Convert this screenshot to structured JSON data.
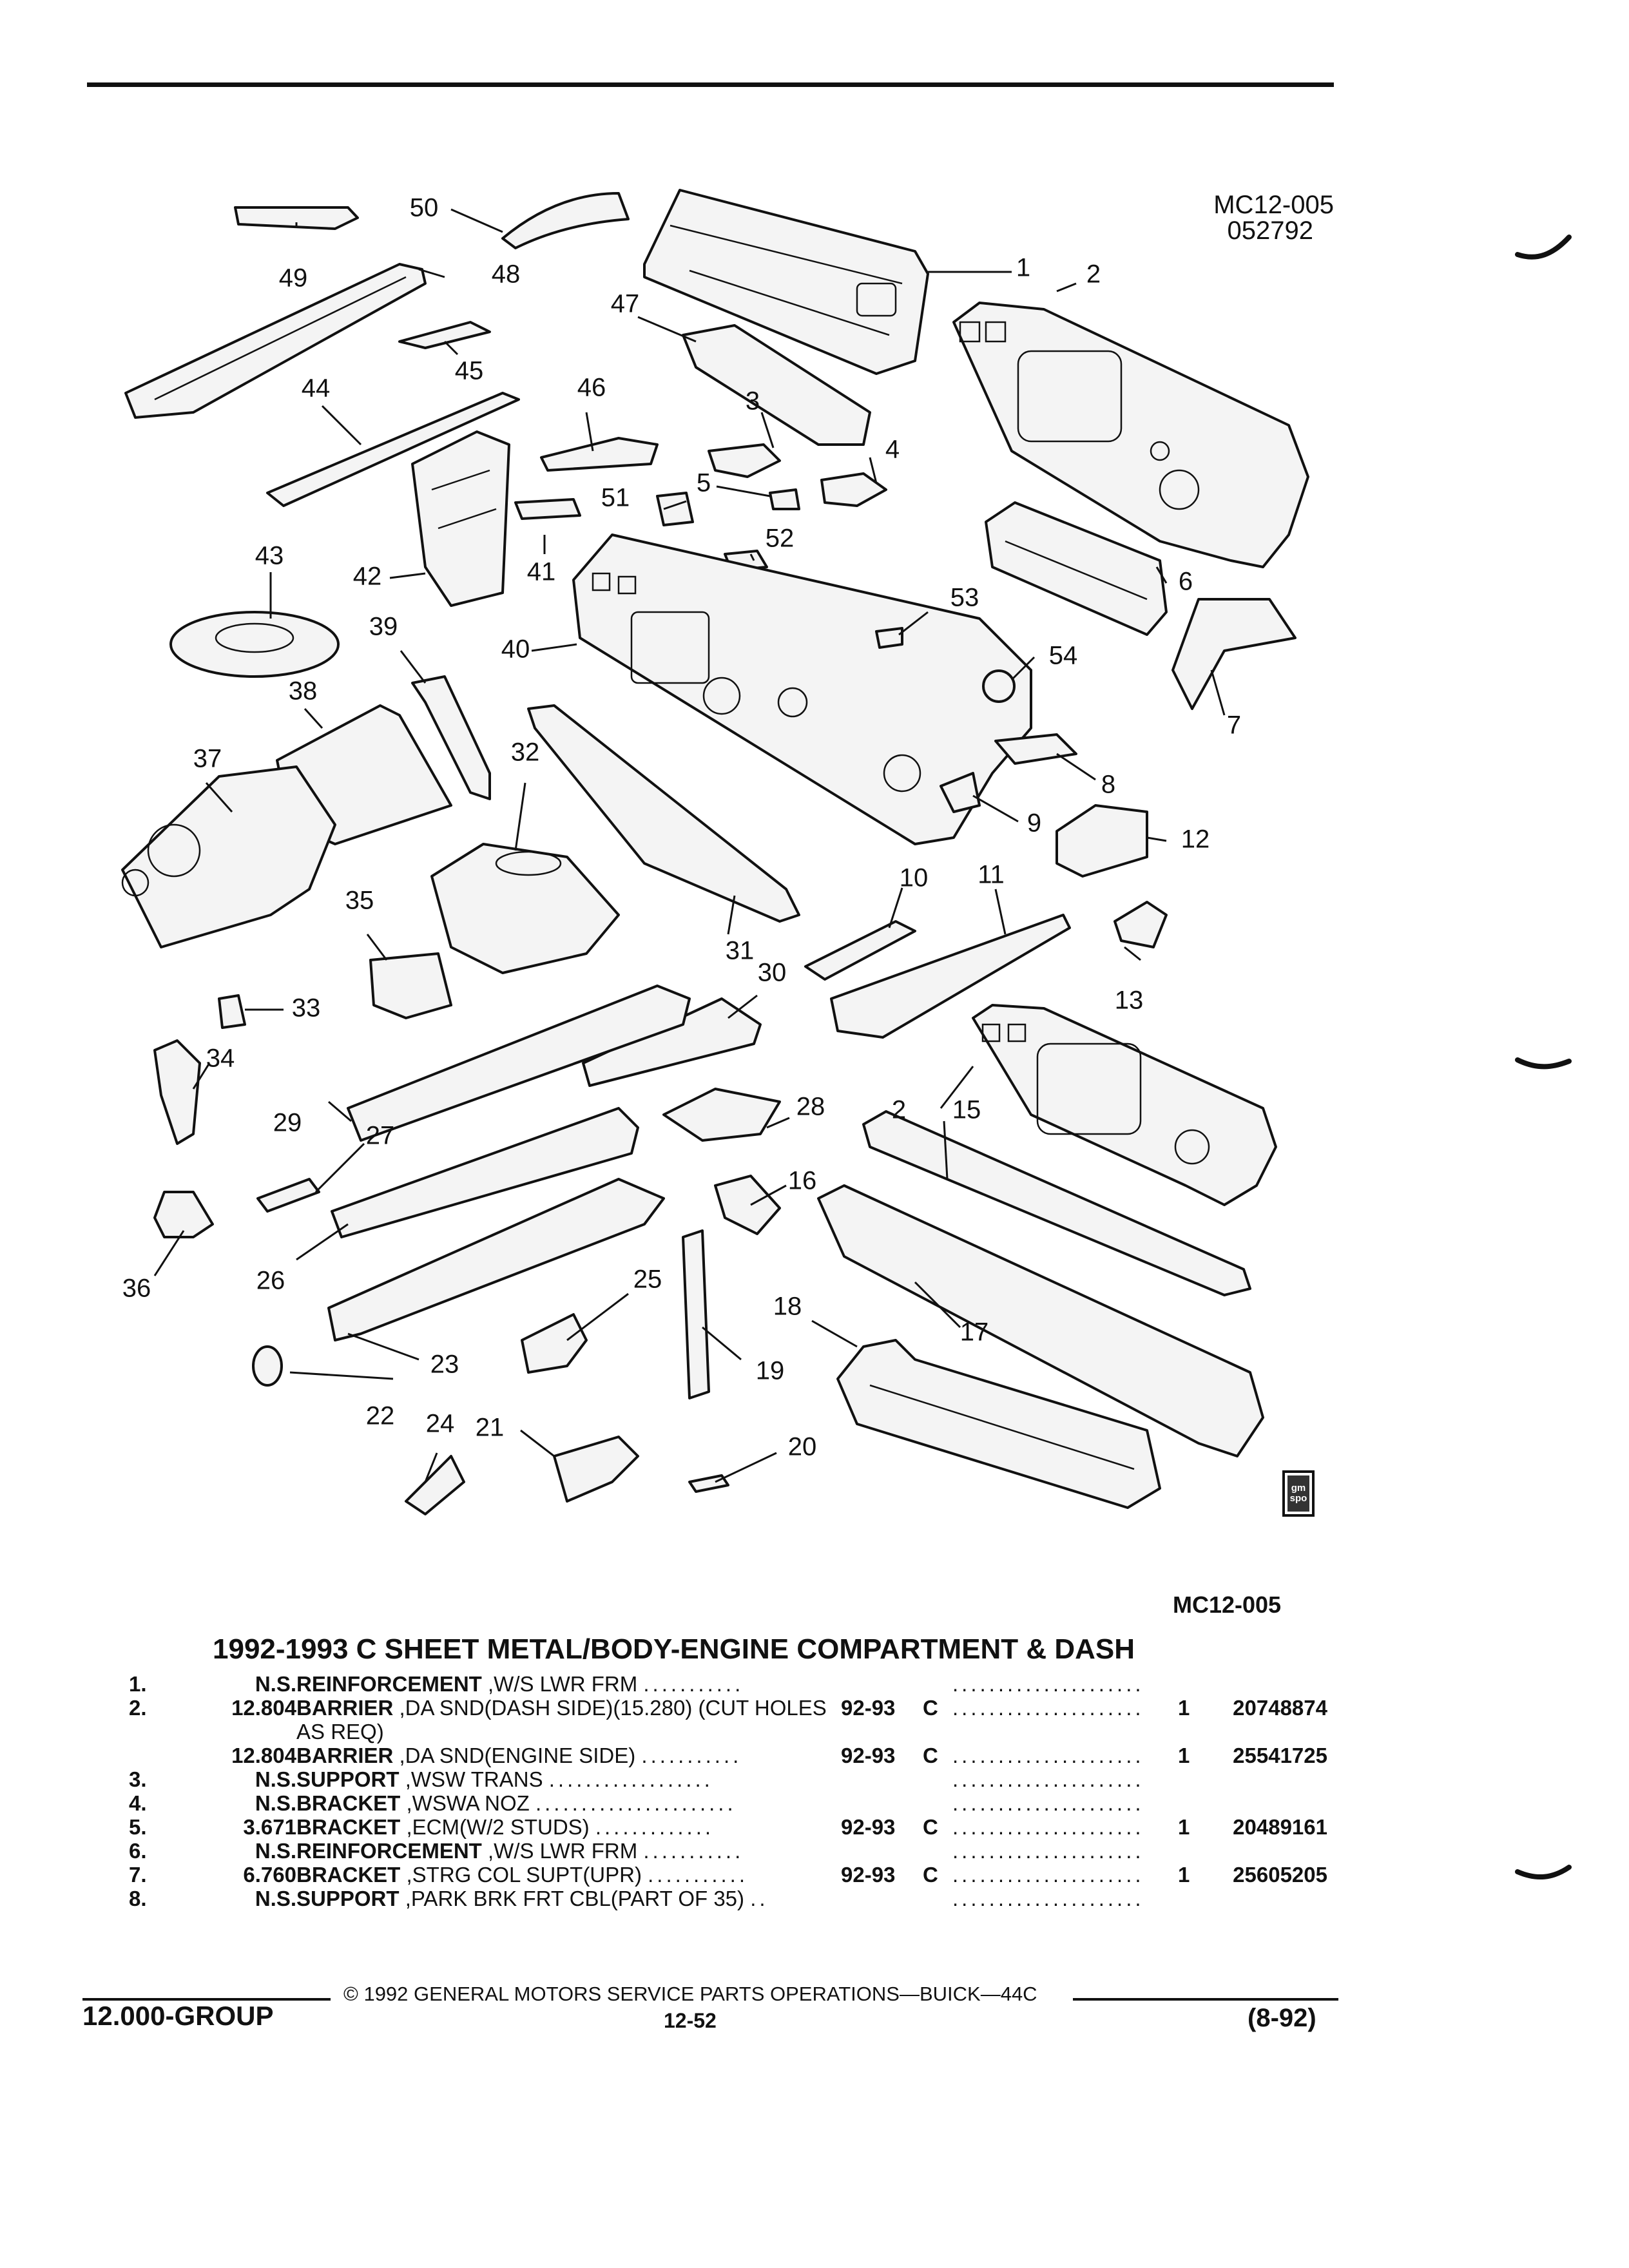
{
  "header": {
    "ident_code": "MC12-005",
    "ident_date": "052792"
  },
  "diagram": {
    "callouts": [
      "1",
      "2",
      "3",
      "4",
      "5",
      "6",
      "7",
      "8",
      "9",
      "10",
      "11",
      "12",
      "13",
      "15",
      "16",
      "17",
      "18",
      "19",
      "20",
      "21",
      "22",
      "23",
      "24",
      "25",
      "26",
      "27",
      "28",
      "29",
      "30",
      "31",
      "32",
      "33",
      "34",
      "35",
      "36",
      "37",
      "38",
      "39",
      "40",
      "41",
      "42",
      "43",
      "44",
      "45",
      "46",
      "47",
      "48",
      "49",
      "50",
      "51",
      "52",
      "53",
      "54"
    ],
    "callout_2_second": "2",
    "logo_text": "gm spo"
  },
  "figure_code": "MC12-005",
  "section_title": "1992-1993 C SHEET METAL/BODY-ENGINE COMPARTMENT & DASH",
  "parts": [
    {
      "item": "1.",
      "group": "N.S.",
      "name": "REINFORCEMENT",
      "desc": ",W/S LWR FRM",
      "years": "",
      "series": "",
      "qty": "",
      "part_no": ""
    },
    {
      "item": "2.",
      "group": "12.804",
      "name": "BARRIER",
      "desc": ",DA SND(DASH SIDE)(15.280) (CUT HOLES AS REQ)",
      "years": "92-93",
      "series": "C",
      "qty": "1",
      "part_no": "20748874"
    },
    {
      "item": "",
      "group": "12.804",
      "name": "BARRIER",
      "desc": ",DA SND(ENGINE SIDE)",
      "years": "92-93",
      "series": "C",
      "qty": "1",
      "part_no": "25541725"
    },
    {
      "item": "3.",
      "group": "N.S.",
      "name": "SUPPORT",
      "desc": ",WSW TRANS",
      "years": "",
      "series": "",
      "qty": "",
      "part_no": ""
    },
    {
      "item": "4.",
      "group": "N.S.",
      "name": "BRACKET",
      "desc": ",WSWA NOZ",
      "years": "",
      "series": "",
      "qty": "",
      "part_no": ""
    },
    {
      "item": "5.",
      "group": "3.671",
      "name": "BRACKET",
      "desc": ",ECM(W/2 STUDS)",
      "years": "92-93",
      "series": "C",
      "qty": "1",
      "part_no": "20489161"
    },
    {
      "item": "6.",
      "group": "N.S.",
      "name": "REINFORCEMENT",
      "desc": ",W/S LWR FRM",
      "years": "",
      "series": "",
      "qty": "",
      "part_no": ""
    },
    {
      "item": "7.",
      "group": "6.760",
      "name": "BRACKET",
      "desc": ",STRG COL SUPT(UPR)",
      "years": "92-93",
      "series": "C",
      "qty": "1",
      "part_no": "25605205"
    },
    {
      "item": "8.",
      "group": "N.S.",
      "name": "SUPPORT",
      "desc": ",PARK BRK FRT CBL(PART OF 35)",
      "years": "",
      "series": "",
      "qty": "",
      "part_no": ""
    }
  ],
  "footer": {
    "group": "12.000-GROUP",
    "copyright": "© 1992 GENERAL MOTORS SERVICE PARTS OPERATIONS—BUICK—44C",
    "page": "12-52",
    "date": "(8-92)"
  }
}
